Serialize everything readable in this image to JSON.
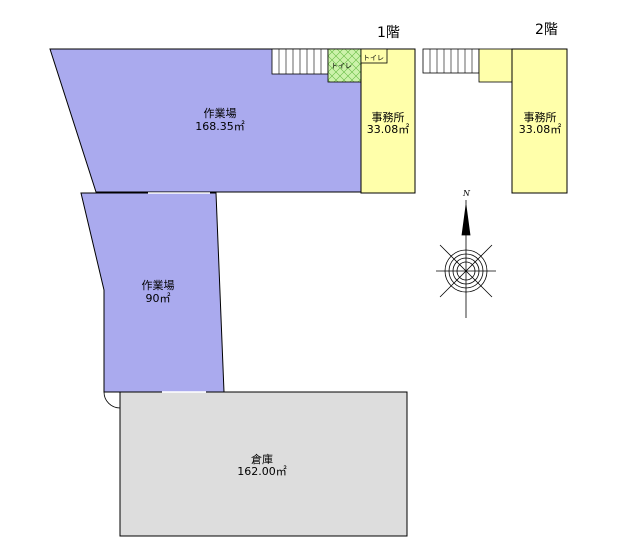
{
  "floor_labels": {
    "first": "1階",
    "second": "2階"
  },
  "rooms": {
    "workshop_top": {
      "name": "作業場",
      "area": "168.35㎡"
    },
    "office_1f": {
      "name": "事務所",
      "area": "33.08㎡"
    },
    "office_2f": {
      "name": "事務所",
      "area": "33.08㎡"
    },
    "workshop_mid": {
      "name": "作業場",
      "area": "90㎡"
    },
    "warehouse": {
      "name": "倉庫",
      "area": "162.00㎡"
    },
    "toilet_a": {
      "name": "トイレ"
    },
    "toilet_b": {
      "name": "トイレ"
    }
  },
  "compass": {
    "north": "N"
  },
  "colors": {
    "workshop": "#aaaaee",
    "office": "#ffffaa",
    "warehouse": "#dddddd",
    "toilet": "#ccf2aa"
  }
}
